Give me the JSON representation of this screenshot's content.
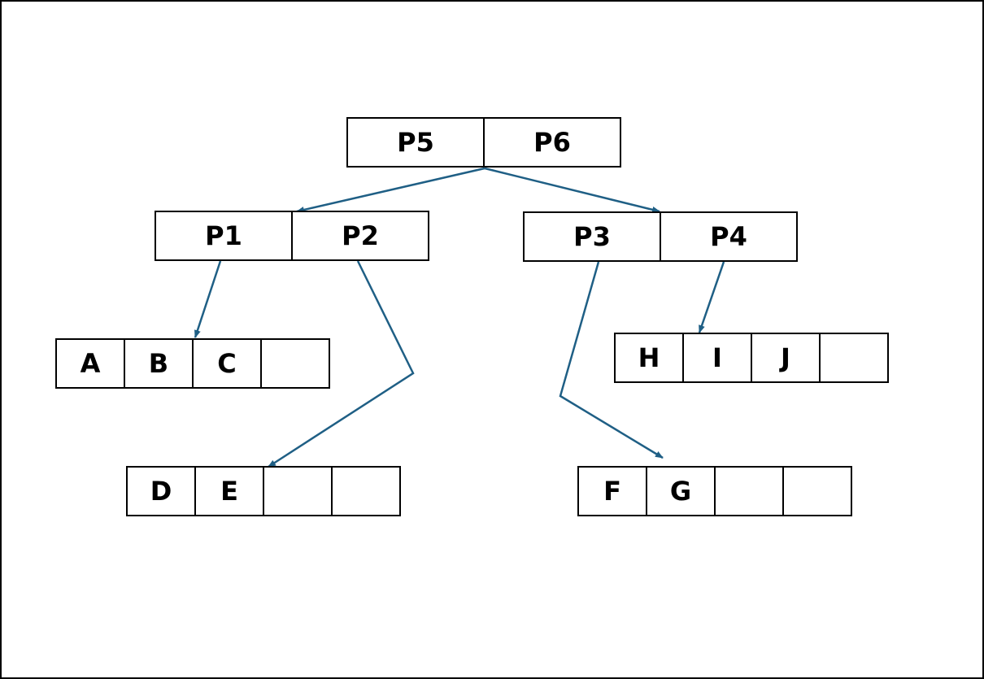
{
  "diagram": {
    "root": {
      "keys": [
        "P5",
        "P6"
      ]
    },
    "internal_left": {
      "keys": [
        "P1",
        "P2"
      ]
    },
    "internal_right": {
      "keys": [
        "P3",
        "P4"
      ]
    },
    "leaf_abc": {
      "keys": [
        "A",
        "B",
        "C",
        ""
      ]
    },
    "leaf_de": {
      "keys": [
        "D",
        "E",
        "",
        ""
      ]
    },
    "leaf_fg": {
      "keys": [
        "F",
        "G",
        "",
        ""
      ]
    },
    "leaf_hij": {
      "keys": [
        "H",
        "I",
        "J",
        ""
      ]
    },
    "edges": [
      {
        "from": "root",
        "to": "internal_left"
      },
      {
        "from": "root",
        "to": "internal_right"
      },
      {
        "from": "P1",
        "to": "leaf_abc"
      },
      {
        "from": "P2",
        "to": "leaf_de"
      },
      {
        "from": "P3",
        "to": "leaf_fg"
      },
      {
        "from": "P4",
        "to": "leaf_hij"
      }
    ],
    "edge_color": "#1f5f85"
  }
}
